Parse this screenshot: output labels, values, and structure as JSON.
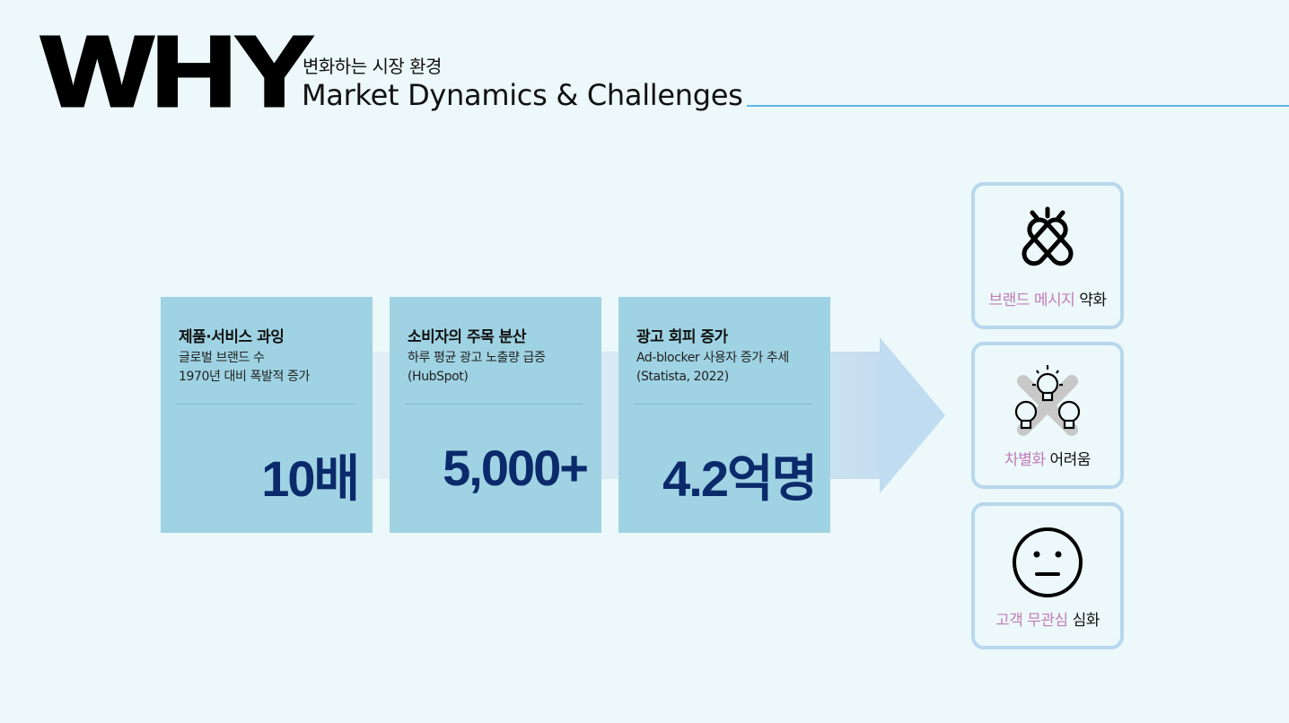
{
  "header": {
    "big_title": "WHY",
    "subtitle_ko": "변화하는 시장 환경",
    "subtitle_en": "Market Dynamics & Challenges",
    "rule_color": "#5fb6e4"
  },
  "cards": [
    {
      "title": "제품·서비스 과잉",
      "desc_lines": [
        "글로벌 브랜드 수",
        "1970년 대비 폭발적 증가"
      ],
      "metric": "10배"
    },
    {
      "title": "소비자의 주목 분산",
      "desc_lines": [
        "하루 평균 광고 노출량 급증",
        "(HubSpot)"
      ],
      "metric": "5,000+"
    },
    {
      "title": "광고 회피 증가",
      "desc_lines": [
        "Ad-blocker 사용자 증가 추세",
        "(Statista, 2022)"
      ],
      "metric": "4.2억명"
    }
  ],
  "issues": [
    {
      "icon": "broken-chain-icon",
      "accent": "브랜드 메시지",
      "plain": "약화"
    },
    {
      "icon": "lightbulbs-icon",
      "accent": "차별화",
      "plain": "어려움"
    },
    {
      "icon": "neutral-face-icon",
      "accent": "고객 무관심",
      "plain": "심화"
    }
  ],
  "colors": {
    "background": "#ecf8f9",
    "card": "#9fd3e3",
    "metric": "#0b2a6b",
    "accent_text": "#c27bb9",
    "issue_border": "#b7d7ee",
    "arrow": "#bfdcf0"
  }
}
